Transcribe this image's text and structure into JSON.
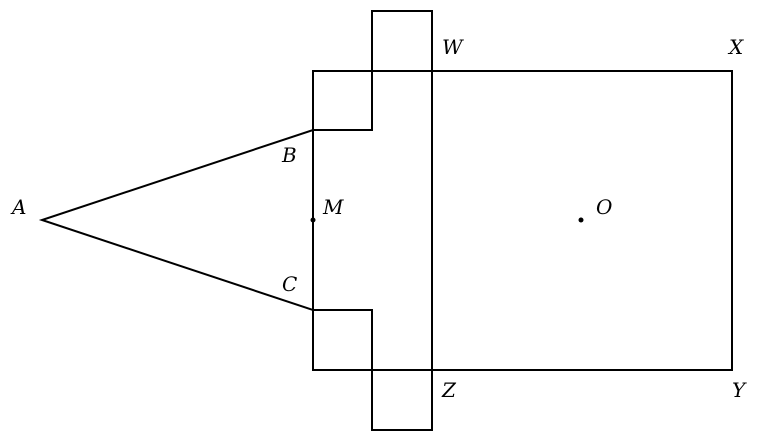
{
  "labels": {
    "A": "A",
    "B": "B",
    "C": "C",
    "M": "M",
    "O": "O",
    "W": "W",
    "X": "X",
    "Y": "Y",
    "Z": "Z"
  },
  "colors": {
    "line": "#000000",
    "background": "#ffffff"
  }
}
